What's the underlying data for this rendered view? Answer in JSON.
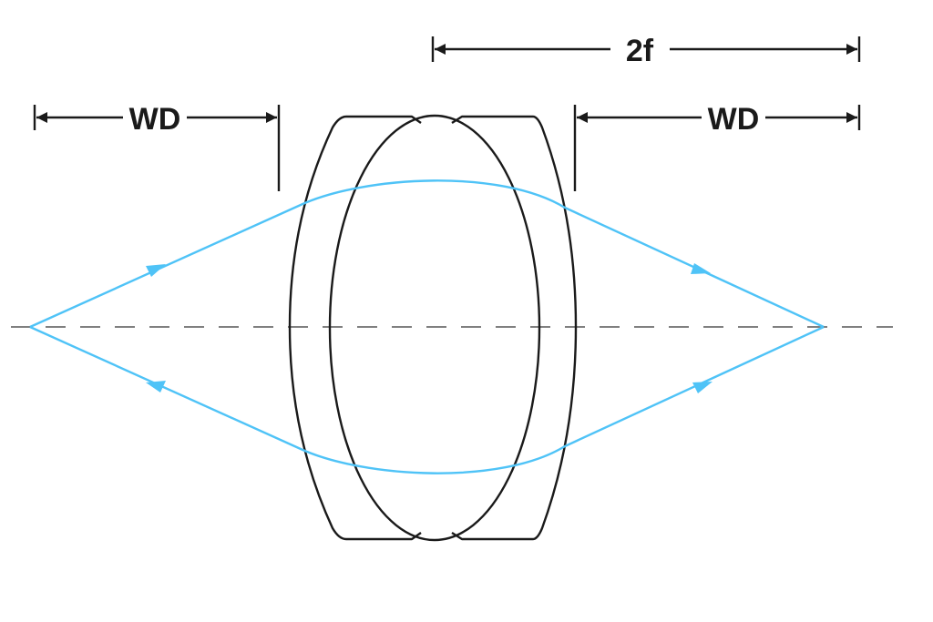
{
  "labels": {
    "wd_left": "WD",
    "wd_right": "WD",
    "two_f": "2f"
  },
  "colors": {
    "ray": "#4fc3f7",
    "lens": "#1a1a1a",
    "axis": "#808080",
    "dimension": "#1a1a1a"
  }
}
